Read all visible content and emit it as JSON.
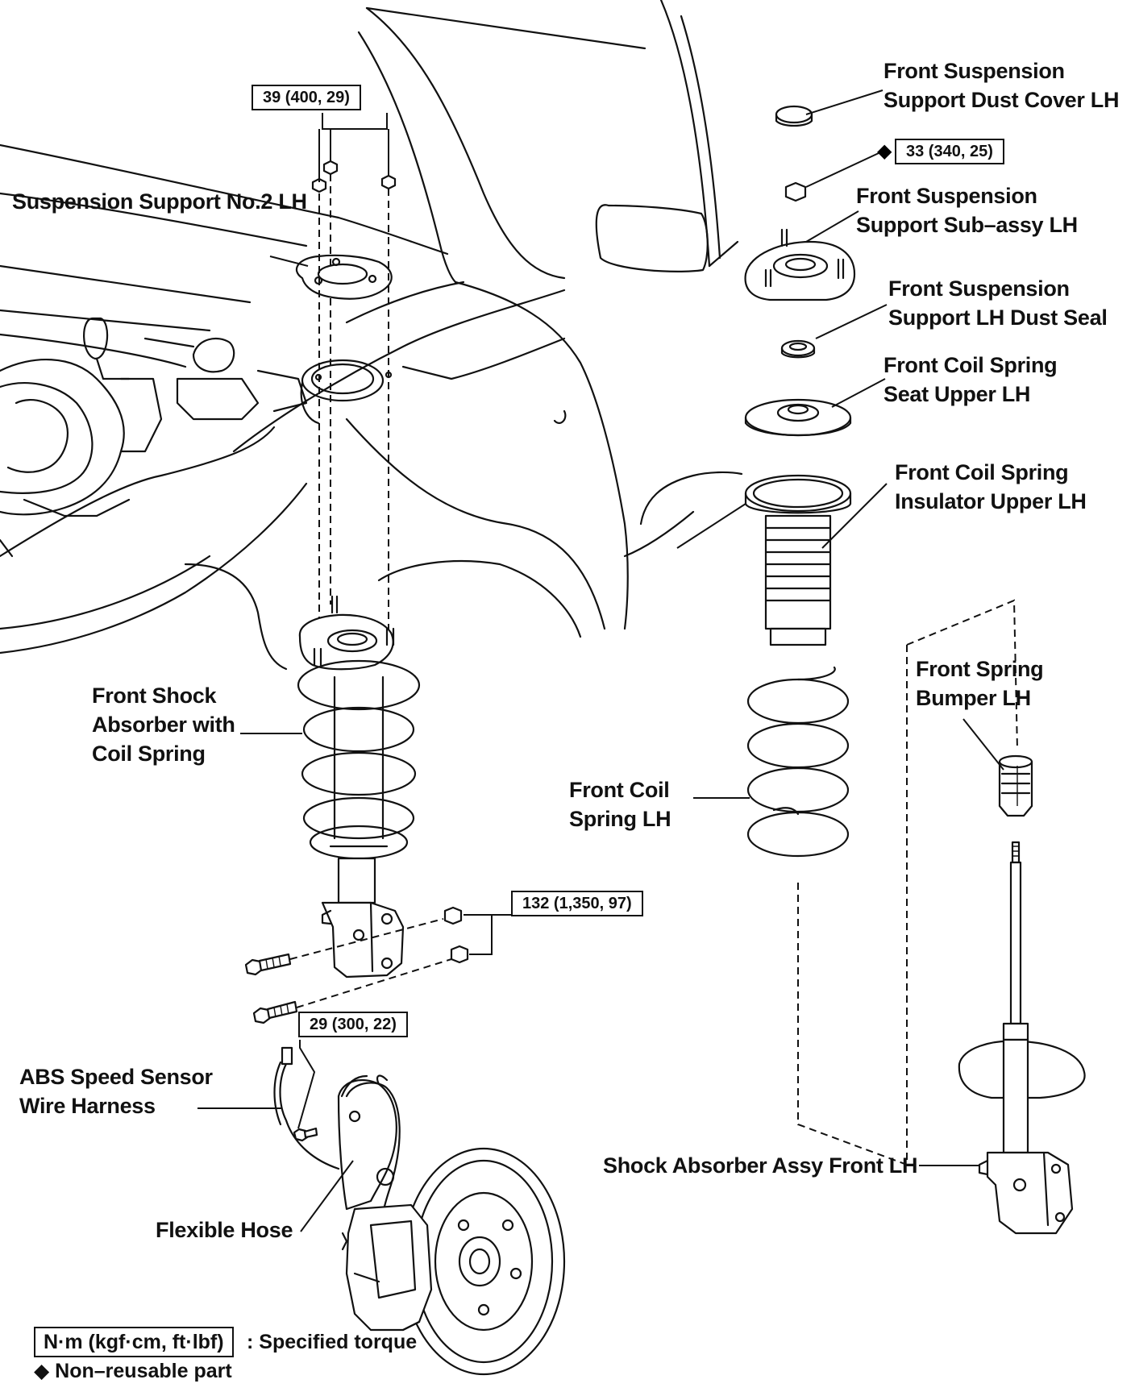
{
  "labels": {
    "dust_cover": "Front Suspension\nSupport Dust Cover LH",
    "support_no2": "Suspension Support No.2 LH",
    "support_subassy": "Front Suspension\nSupport Sub–assy LH",
    "dust_seal": "Front Suspension\nSupport LH Dust Seal",
    "spring_seat": "Front Coil Spring\nSeat Upper LH",
    "insulator": "Front Coil Spring\nInsulator Upper LH",
    "spring_bumper": "Front Spring\nBumper LH",
    "shock_coil": "Front Shock\nAbsorber with\nCoil Spring",
    "coil_spring": "Front Coil\nSpring LH",
    "abs_harness": "ABS Speed Sensor\nWire Harness",
    "shock_assy": "Shock Absorber Assy Front LH",
    "flexible_hose": "Flexible Hose"
  },
  "torques": {
    "t39": "39 (400, 29)",
    "t33": "33 (340, 25)",
    "t132": "132 (1,350, 97)",
    "t29": "29 (300, 22)"
  },
  "legend": {
    "unit_box": "N·m (kgf·cm, ft·lbf)",
    "unit_text": ": Specified torque",
    "nonreusable": "◆ Non–reusable part"
  },
  "symbols": {
    "nonreusable_marker": "◆"
  }
}
